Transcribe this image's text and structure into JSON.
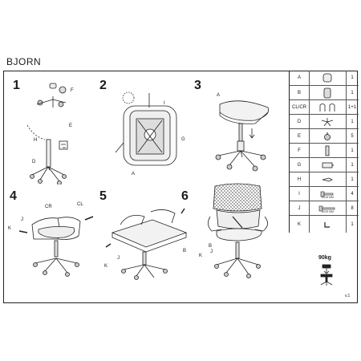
{
  "title": "BJORN",
  "steps": [
    {
      "number": "1",
      "labels": [
        "F",
        "E",
        "H",
        "D"
      ]
    },
    {
      "number": "2",
      "labels": [
        "I",
        "G",
        "A"
      ]
    },
    {
      "number": "3",
      "labels": [
        "A"
      ]
    },
    {
      "number": "4",
      "labels": [
        "CR",
        "CL",
        "J",
        "K"
      ]
    },
    {
      "number": "5",
      "labels": [
        "B",
        "J",
        "K"
      ]
    },
    {
      "number": "6",
      "labels": [
        "B",
        "J",
        "K"
      ]
    }
  ],
  "parts": [
    {
      "id": "A",
      "qty": "1",
      "icon": "seat-icon"
    },
    {
      "id": "B",
      "qty": "1",
      "icon": "backrest-icon"
    },
    {
      "id": "CL/CR",
      "qty": "1+1",
      "icon": "armrest-pair-icon"
    },
    {
      "id": "D",
      "qty": "1",
      "icon": "chair-base-icon"
    },
    {
      "id": "E",
      "qty": "5",
      "icon": "caster-icon"
    },
    {
      "id": "F",
      "qty": "1",
      "icon": "gas-cylinder-icon"
    },
    {
      "id": "G",
      "qty": "1",
      "icon": "mechanism-icon"
    },
    {
      "id": "H",
      "qty": "1",
      "icon": "cover-icon"
    },
    {
      "id": "I",
      "qty": "4",
      "icon": "bolt-icon",
      "size": "6X16 MM"
    },
    {
      "id": "J",
      "qty": "8",
      "icon": "bolt-long-icon",
      "size": "6X25 MM"
    },
    {
      "id": "K",
      "qty": "1",
      "icon": "allen-key-icon"
    }
  ],
  "weight_limit": "90kg",
  "version": "v.1"
}
